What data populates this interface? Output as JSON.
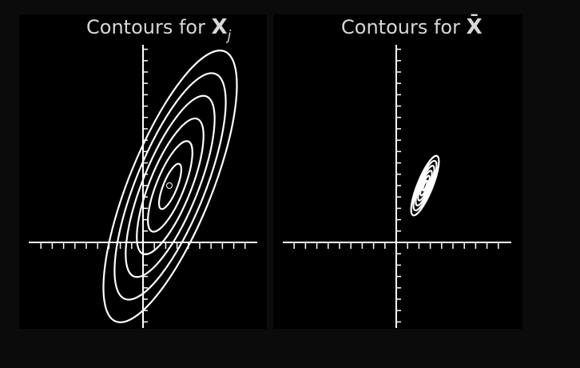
{
  "figure": {
    "background": "#0b0b0b",
    "panel_background": "#000000",
    "line_color": "#ffffff",
    "title_color": "#d8d8d8"
  },
  "panels": [
    {
      "id": "left",
      "title_prefix": "Contours for ",
      "title_symbol": "X",
      "title_subscript": "j",
      "mean": [
        3,
        7
      ],
      "contour_count": 6
    },
    {
      "id": "right",
      "title_prefix": "Contours for ",
      "title_symbol": "X̄",
      "title_subscript": "",
      "mean": [
        3,
        7
      ],
      "contour_count": 6
    }
  ]
}
